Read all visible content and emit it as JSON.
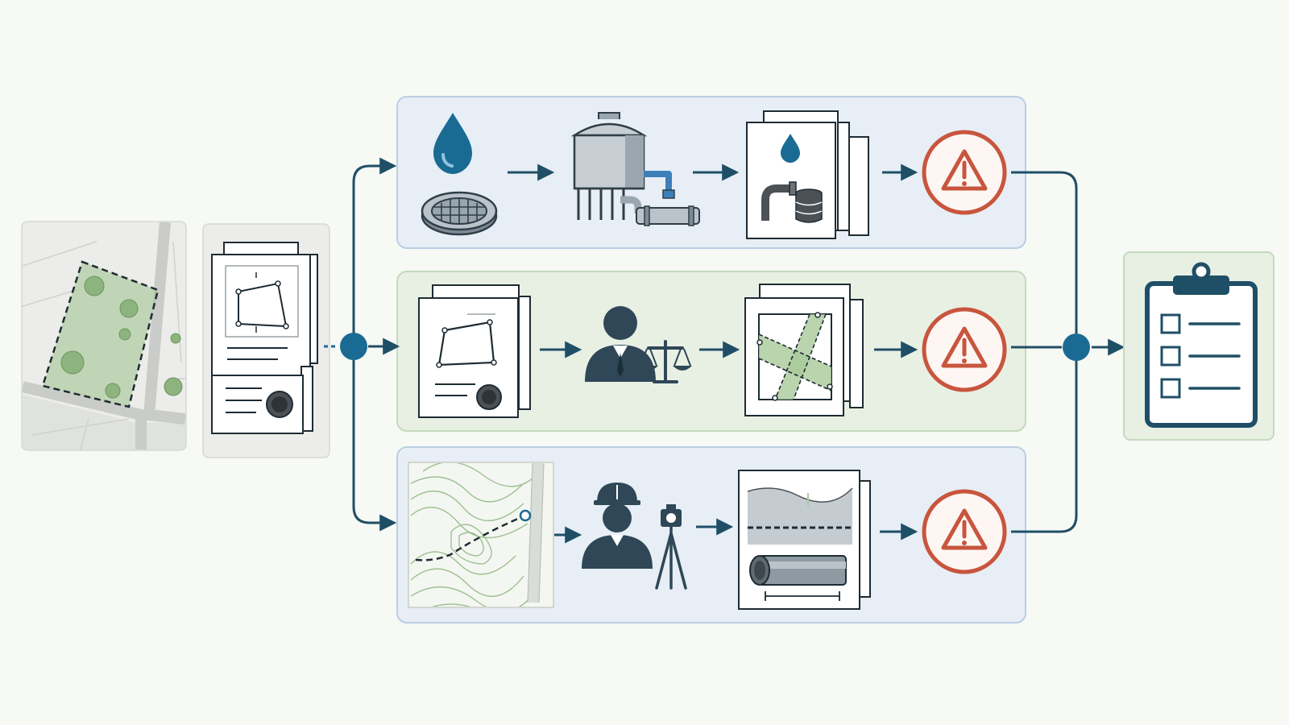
{
  "colors": {
    "background": "#f7f9f5",
    "stroke_dark": "#1f4f66",
    "accent_blue": "#1a6b94",
    "warning_red": "#c8553d",
    "lane_blue_fill": "#e7eef5",
    "lane_blue_border": "#b9cfe2",
    "lane_green_fill": "#e8f0e4",
    "lane_green_border": "#c4d9bd",
    "map_green": "#a9c99a",
    "panel_grey": "#ececea"
  },
  "diagram": {
    "inputs": [
      {
        "icon": "site-plan-map-icon"
      },
      {
        "icon": "survey-documents-icon"
      }
    ],
    "split_node": {
      "icon": "split-junction-icon"
    },
    "lanes": [
      {
        "theme": "blue",
        "steps": [
          {
            "icon": "water-drop-manhole-icon"
          },
          {
            "icon": "water-tank-pipes-icon"
          },
          {
            "icon": "utility-records-icon"
          },
          {
            "icon": "warning-icon"
          }
        ]
      },
      {
        "theme": "green",
        "steps": [
          {
            "icon": "boundary-deed-icon"
          },
          {
            "icon": "legal-review-icon"
          },
          {
            "icon": "easement-map-icon"
          },
          {
            "icon": "warning-icon"
          }
        ]
      },
      {
        "theme": "blue",
        "steps": [
          {
            "icon": "topographic-map-icon"
          },
          {
            "icon": "surveyor-tripod-icon"
          },
          {
            "icon": "pipe-profile-icon"
          },
          {
            "icon": "warning-icon"
          }
        ]
      }
    ],
    "merge_node": {
      "icon": "merge-junction-icon"
    },
    "output": {
      "icon": "checklist-clipboard-icon"
    }
  }
}
